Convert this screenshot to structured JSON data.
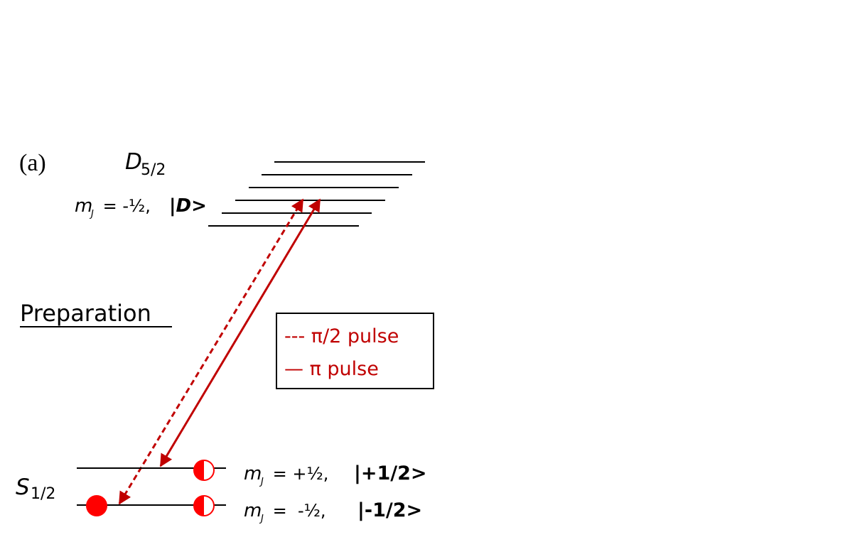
{
  "panel_label": "(a)",
  "d_level": {
    "symbol": "D",
    "subscript": "5/2",
    "mj_symbol": "m",
    "mj_sub": "J",
    "mj_value": " = -½, ",
    "ket": "|D>"
  },
  "preparation": "Preparation",
  "legend": {
    "half_pi": "--- π/2 pulse",
    "pi": "— π pulse"
  },
  "s_level": {
    "symbol": "S",
    "subscript": "1/2",
    "upper": {
      "mj_symbol": "m",
      "mj_sub": "J",
      "mj_value": " = +½, ",
      "ket": "|+1/2>"
    },
    "lower": {
      "mj_symbol": "m",
      "mj_sub": "J",
      "mj_value": " =  -½, ",
      "ket": "|-1/2>"
    }
  },
  "colors": {
    "accent": "#c00000",
    "marker": "#ff0000",
    "line": "#000000"
  }
}
